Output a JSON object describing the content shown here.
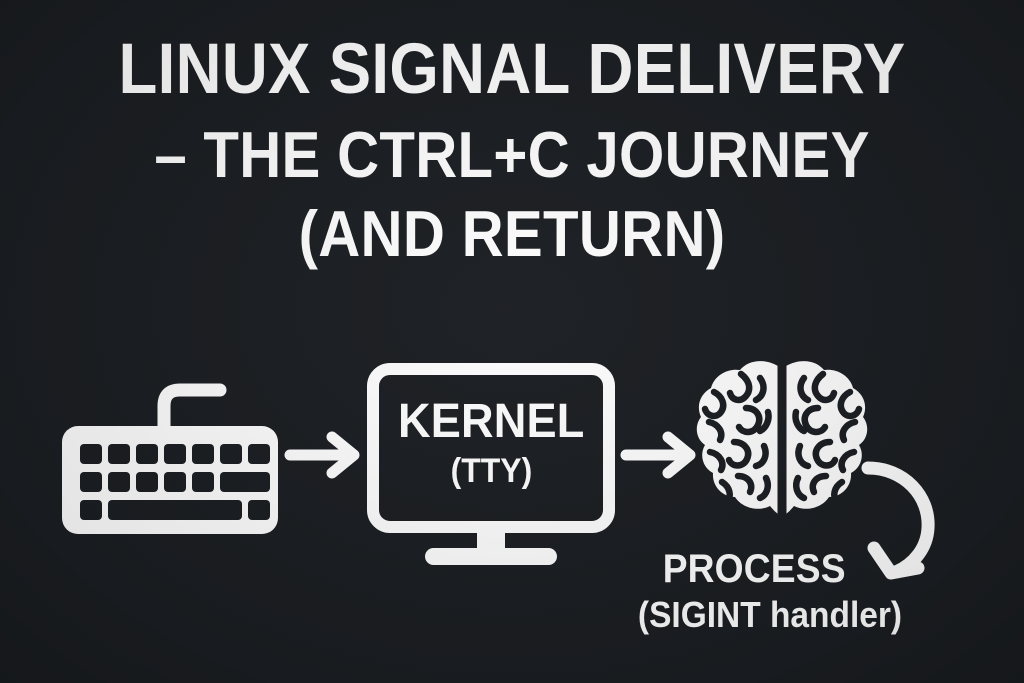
{
  "theme": {
    "background_color": "#1b1e22",
    "foreground_color": "#fdfdfd"
  },
  "title": {
    "line1": "LINUX SIGNAL DELIVERY",
    "line2": "– THE CTRL+C JOURNEY",
    "line3": "(AND RETURN)"
  },
  "diagram": {
    "nodes": [
      {
        "id": "keyboard",
        "icon": "keyboard-icon",
        "label": ""
      },
      {
        "id": "kernel",
        "icon": "monitor-icon",
        "label": "KERNEL",
        "sublabel": "(TTY)"
      },
      {
        "id": "process",
        "icon": "brain-icon",
        "label": "PROCESS",
        "sublabel": "(SIGINT handler)"
      }
    ],
    "connectors": [
      {
        "id": "arrow-1",
        "icon": "arrow-right-icon",
        "from": "keyboard",
        "to": "kernel"
      },
      {
        "id": "arrow-2",
        "icon": "arrow-right-icon",
        "from": "kernel",
        "to": "process"
      },
      {
        "id": "return-arrow",
        "icon": "curved-return-arrow-icon",
        "from": "process",
        "to": "process"
      }
    ]
  },
  "labels": {
    "kernel": "KERNEL",
    "tty": "(TTY)",
    "process": "PROCESS",
    "sigint_handler": "(SIGINT handler)"
  }
}
